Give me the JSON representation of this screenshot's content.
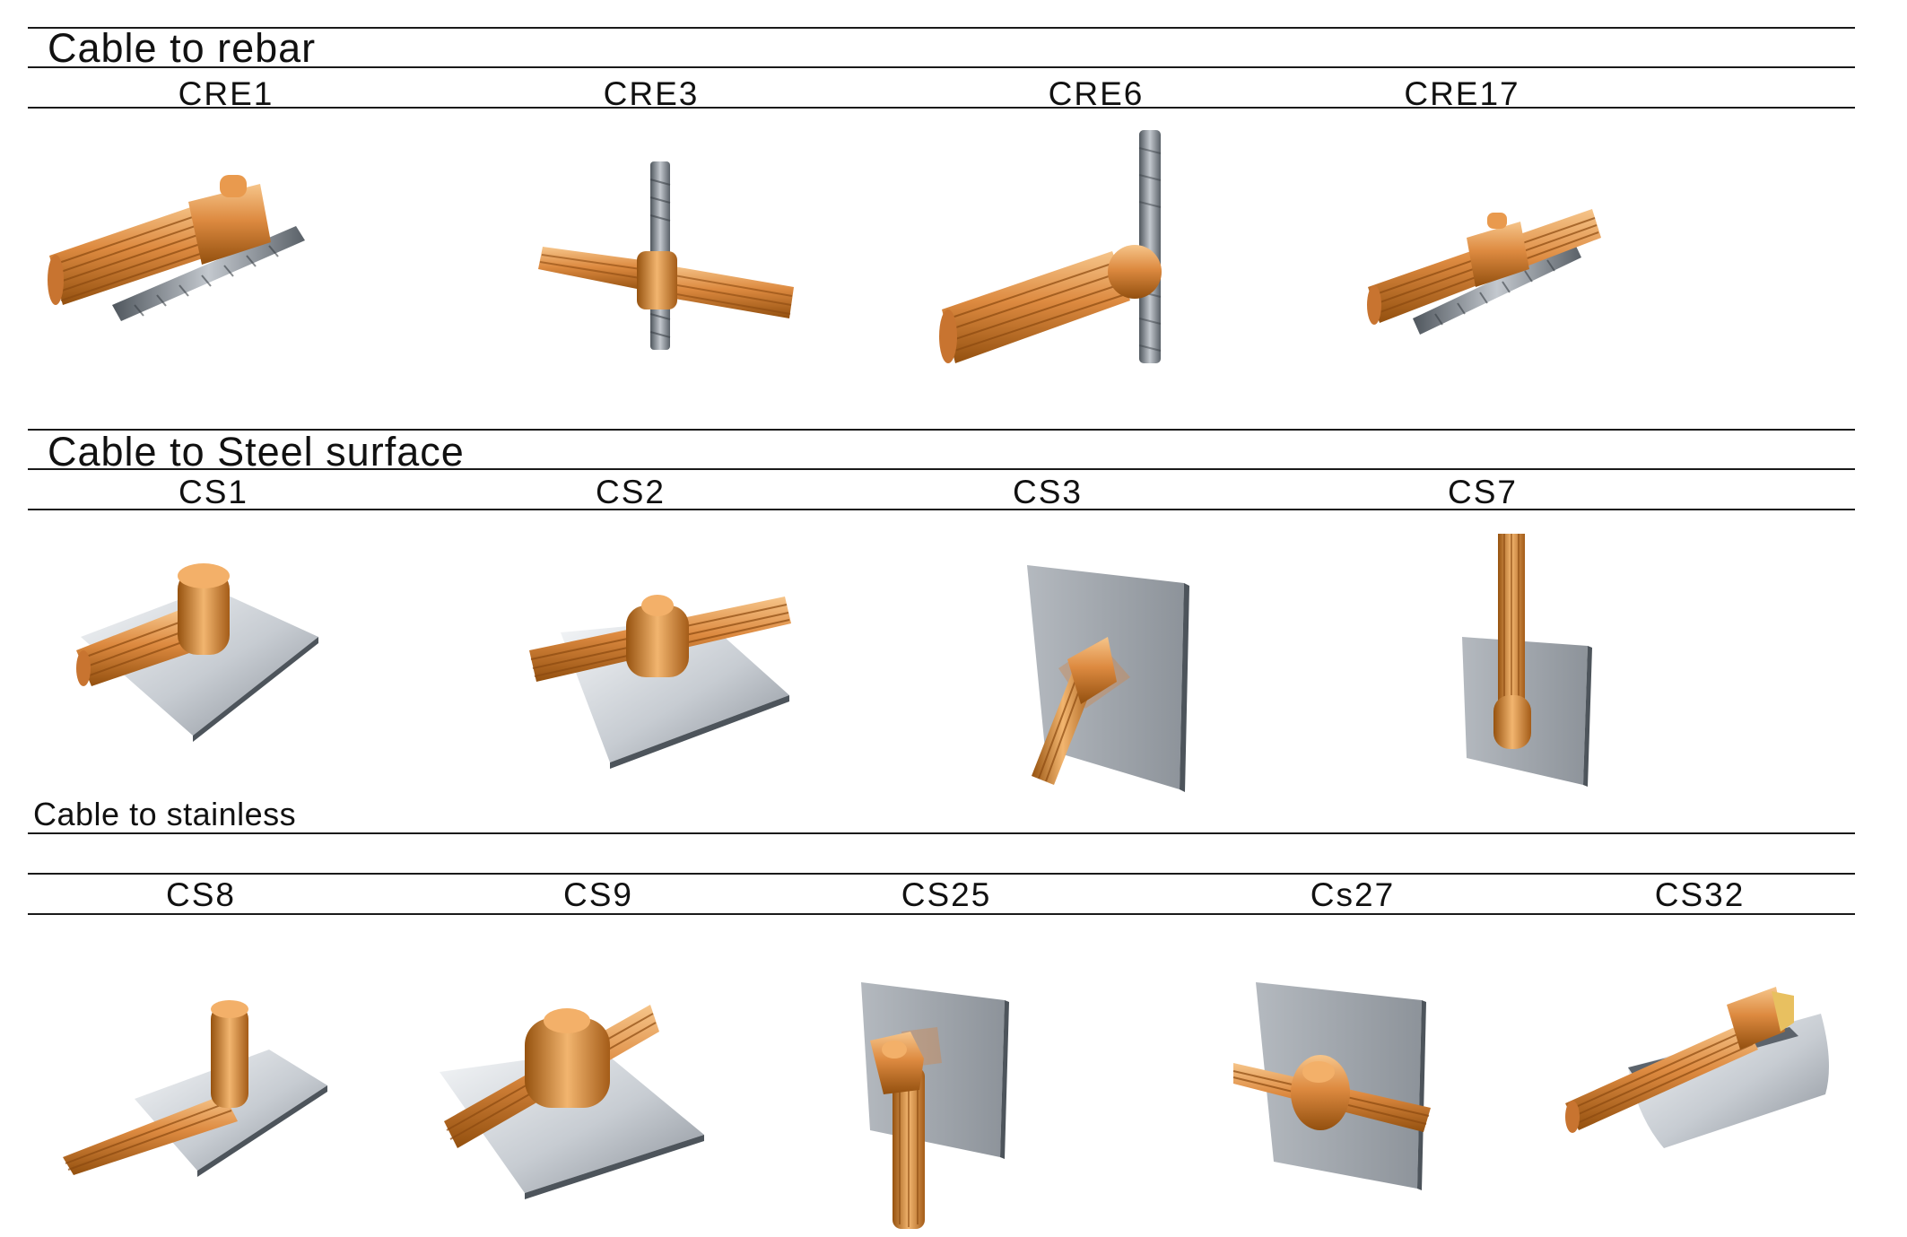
{
  "sections": [
    {
      "title": "Cable to rebar",
      "products": [
        {
          "code": "CRE1",
          "icon": "cable-to-rebar-parallel-connector"
        },
        {
          "code": "CRE3",
          "icon": "cable-to-vertical-rebar-through-connector"
        },
        {
          "code": "CRE6",
          "icon": "cable-end-to-vertical-rebar-connector"
        },
        {
          "code": "CRE17",
          "icon": "cable-to-rebar-parallel-through-connector"
        }
      ]
    },
    {
      "title": "Cable to Steel surface",
      "products": [
        {
          "code": "CS1",
          "icon": "cable-end-to-horizontal-plate-connector"
        },
        {
          "code": "CS2",
          "icon": "cable-through-on-horizontal-plate-connector"
        },
        {
          "code": "CS3",
          "icon": "cable-angled-to-vertical-plate-connector"
        },
        {
          "code": "CS7",
          "icon": "cable-down-to-vertical-plate-connector"
        }
      ]
    },
    {
      "title": "Cable to stainless",
      "products": [
        {
          "code": "CS8",
          "icon": "cable-tee-on-horizontal-plate-connector"
        },
        {
          "code": "CS9",
          "icon": "cable-through-on-horizontal-plate-connector-large"
        },
        {
          "code": "CS25",
          "icon": "cable-down-on-vertical-plate-connector"
        },
        {
          "code": "Cs27",
          "icon": "cable-through-on-vertical-plate-connector"
        },
        {
          "code": "CS32",
          "icon": "cable-on-curved-pipe-surface-connector"
        }
      ]
    }
  ],
  "colors": {
    "copper_light": "#f3b069",
    "copper_mid": "#d9823a",
    "copper_dark": "#9c5516",
    "steel_light": "#dfe3e8",
    "steel_mid": "#9ea4ab",
    "steel_dark": "#5c636b",
    "rule": "#1a1a1a"
  }
}
